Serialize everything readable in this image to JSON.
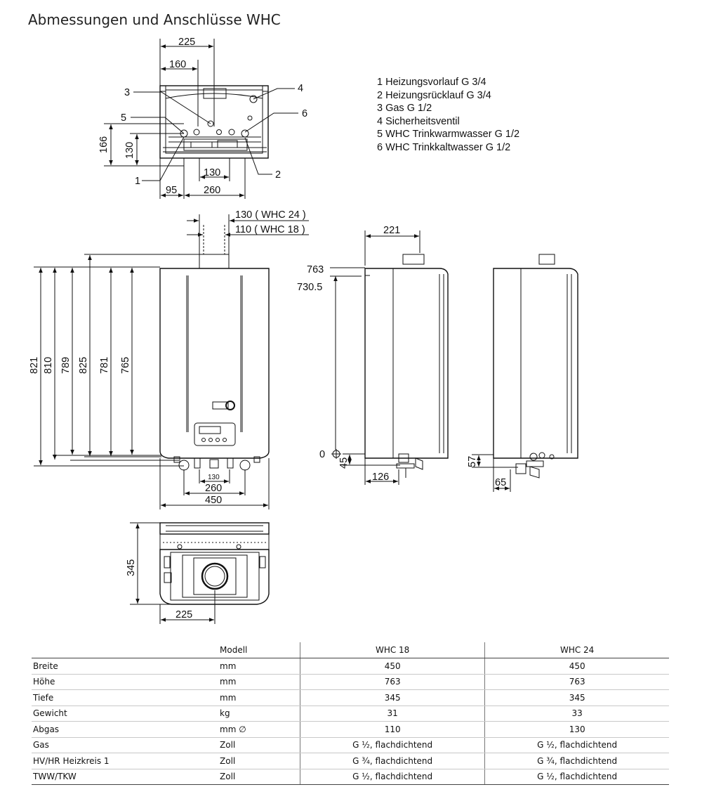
{
  "title": "Abmessungen und Anschlüsse WHC",
  "legend": [
    "1 Heizungsvorlauf G 3/4",
    "2 Heizungsrücklauf G 3/4",
    "3 Gas G 1/2",
    "4 Sicherheitsventil",
    "5 WHC Trinkwarmwasser G 1/2",
    "6 WHC Trinkkaltwasser G 1/2"
  ],
  "top_view": {
    "dims": [
      "225",
      "160",
      "166",
      "130",
      "130",
      "95",
      "260"
    ],
    "callouts": [
      "1",
      "2",
      "3",
      "4",
      "5",
      "6"
    ]
  },
  "front_view": {
    "heights": [
      "821",
      "810",
      "789",
      "825",
      "781",
      "765"
    ],
    "flue": [
      "130 ( WHC 24 )",
      "110 ( WHC 18 )"
    ],
    "bottom": [
      "130",
      "260",
      "450"
    ]
  },
  "side_view": {
    "dims": [
      "221",
      "763",
      "730.5",
      "0",
      "45",
      "126"
    ]
  },
  "right_view": {
    "dims": [
      "57",
      "65"
    ]
  },
  "plan_view": {
    "dims": [
      "345",
      "225"
    ]
  },
  "table": {
    "header": [
      "Modell",
      "WHC 18",
      "WHC 24"
    ],
    "rows": [
      {
        "label": "Breite",
        "unit": "mm",
        "v1": "450",
        "v2": "450"
      },
      {
        "label": "Höhe",
        "unit": "mm",
        "v1": "763",
        "v2": "763"
      },
      {
        "label": "Tiefe",
        "unit": "mm",
        "v1": "345",
        "v2": "345"
      },
      {
        "label": "Gewicht",
        "unit": "kg",
        "v1": "31",
        "v2": "33"
      },
      {
        "label": "Abgas",
        "unit": "mm ∅",
        "v1": "110",
        "v2": "130"
      },
      {
        "label": "Gas",
        "unit": "Zoll",
        "v1": "G ½, flachdichtend",
        "v2": "G ½, flachdichtend"
      },
      {
        "label": "HV/HR Heizkreis 1",
        "unit": "Zoll",
        "v1": "G ¾, flachdichtend",
        "v2": "G ¾, flachdichtend"
      },
      {
        "label": "TWW/TKW",
        "unit": "Zoll",
        "v1": "G ½, flachdichtend",
        "v2": "G ½, flachdichtend"
      }
    ]
  }
}
